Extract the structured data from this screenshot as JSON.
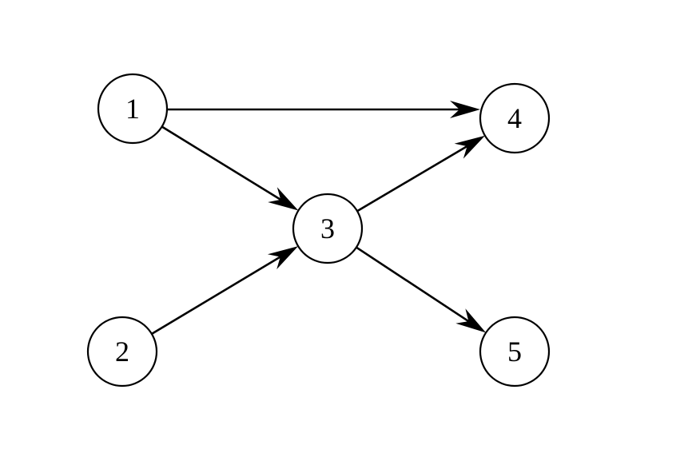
{
  "diagram": {
    "type": "directed-graph",
    "nodes": [
      {
        "id": "1",
        "label": "1"
      },
      {
        "id": "2",
        "label": "2"
      },
      {
        "id": "3",
        "label": "3"
      },
      {
        "id": "4",
        "label": "4"
      },
      {
        "id": "5",
        "label": "5"
      }
    ],
    "edges": [
      {
        "from": "1",
        "to": "4"
      },
      {
        "from": "1",
        "to": "3"
      },
      {
        "from": "2",
        "to": "3"
      },
      {
        "from": "3",
        "to": "4"
      },
      {
        "from": "3",
        "to": "5"
      }
    ]
  },
  "colors": {
    "stroke": "#000000",
    "background": "#ffffff"
  }
}
